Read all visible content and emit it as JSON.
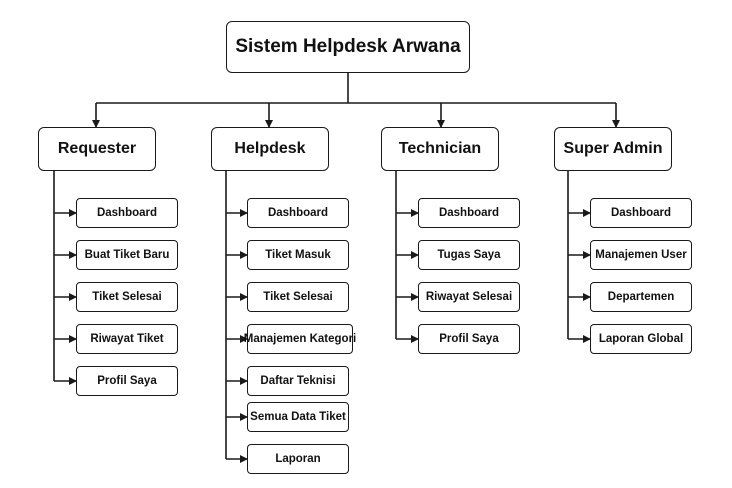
{
  "root": {
    "title": "Sistem Helpdesk Arwana"
  },
  "roles": [
    {
      "name": "Requester",
      "menus": [
        "Dashboard",
        "Buat Tiket Baru",
        "Tiket Selesai",
        "Riwayat Tiket",
        "Profil Saya"
      ]
    },
    {
      "name": "Helpdesk",
      "menus": [
        "Dashboard",
        "Tiket Masuk",
        "Tiket Selesai",
        "Manajemen Kategori",
        "Daftar Teknisi",
        "Semua Data Tiket",
        "Laporan"
      ]
    },
    {
      "name": "Technician",
      "menus": [
        "Dashboard",
        "Tugas Saya",
        "Riwayat Selesai",
        "Profil Saya"
      ]
    },
    {
      "name": "Super Admin",
      "menus": [
        "Dashboard",
        "Manajemen User",
        "Departemen",
        "Laporan Global"
      ]
    }
  ],
  "colors": {
    "line": "#1a1a1a",
    "box_border": "#1a1a1a",
    "background": "#ffffff"
  }
}
